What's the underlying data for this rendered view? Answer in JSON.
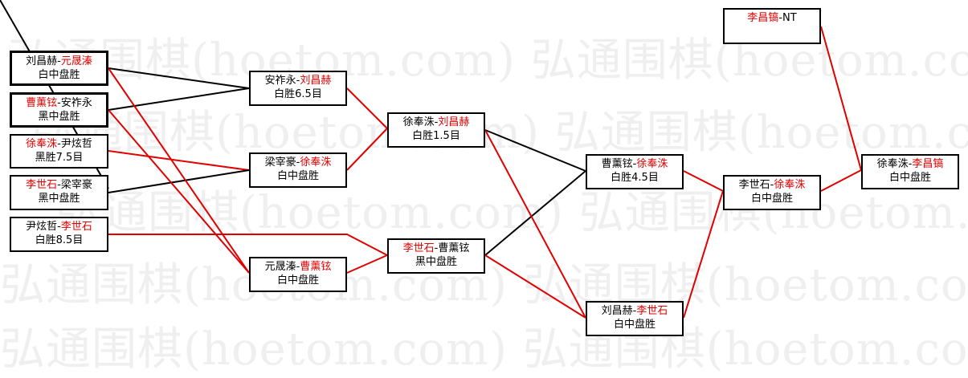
{
  "watermark": {
    "text": "弘通围棋(hoetom.com) 弘通围棋(hoetom.com) 弘通围棋(hoetom.c"
  },
  "colors": {
    "win": "#e00000",
    "loss": "#000000",
    "watermark": "#efefef"
  },
  "matches": {
    "r1_1": {
      "black": "刘昌赫",
      "sep": "-",
      "white": "元晟溱",
      "result": "白中盘胜",
      "winner": "white"
    },
    "r1_2": {
      "black": "曹薰铉",
      "sep": "-",
      "white": "安祚永",
      "result": "黑中盘胜",
      "winner": "black"
    },
    "r1_3": {
      "black": "徐奉洙",
      "sep": "-",
      "white": "尹炫哲",
      "result": "黑胜7.5目",
      "winner": "black"
    },
    "r1_4": {
      "black": "李世石",
      "sep": "-",
      "white": "梁宰豪",
      "result": "黑中盘胜",
      "winner": "black"
    },
    "r1_5": {
      "black": "尹炫哲",
      "sep": "-",
      "white": "李世石",
      "result": "白胜8.5目",
      "winner": "white"
    },
    "r2_1": {
      "black": "安祚永",
      "sep": "-",
      "white": "刘昌赫",
      "result": "白胜6.5目",
      "winner": "white"
    },
    "r2_2": {
      "black": "梁宰豪",
      "sep": "-",
      "white": "徐奉洙",
      "result": "白中盘胜",
      "winner": "white"
    },
    "r2_3": {
      "black": "元晟溱",
      "sep": "-",
      "white": "曹薰铉",
      "result": "白中盘胜",
      "winner": "white"
    },
    "r3_1": {
      "black": "徐奉洙",
      "sep": "-",
      "white": "刘昌赫",
      "result": "白胜1.5目",
      "winner": "white"
    },
    "r3_2": {
      "black": "李世石",
      "sep": "-",
      "white": "曹薰铉",
      "result": "黑中盘胜",
      "winner": "black"
    },
    "r4_1": {
      "black": "曹薰铉",
      "sep": "-",
      "white": "徐奉洙",
      "result": "白胜4.5目",
      "winner": "white"
    },
    "r4_2": {
      "black": "刘昌赫",
      "sep": "-",
      "white": "李世石",
      "result": "白中盘胜",
      "winner": "white"
    },
    "r5_1": {
      "black": "李世石",
      "sep": "-",
      "white": "徐奉洙",
      "result": "白中盘胜",
      "winner": "white"
    },
    "r6_1": {
      "black": "李昌镐",
      "sep": "-",
      "white": "NT",
      "result": "",
      "winner": "black"
    },
    "final": {
      "black": "徐奉洙",
      "sep": "-",
      "white": "李昌镐",
      "result": "白中盘胜",
      "winner": "white"
    }
  }
}
